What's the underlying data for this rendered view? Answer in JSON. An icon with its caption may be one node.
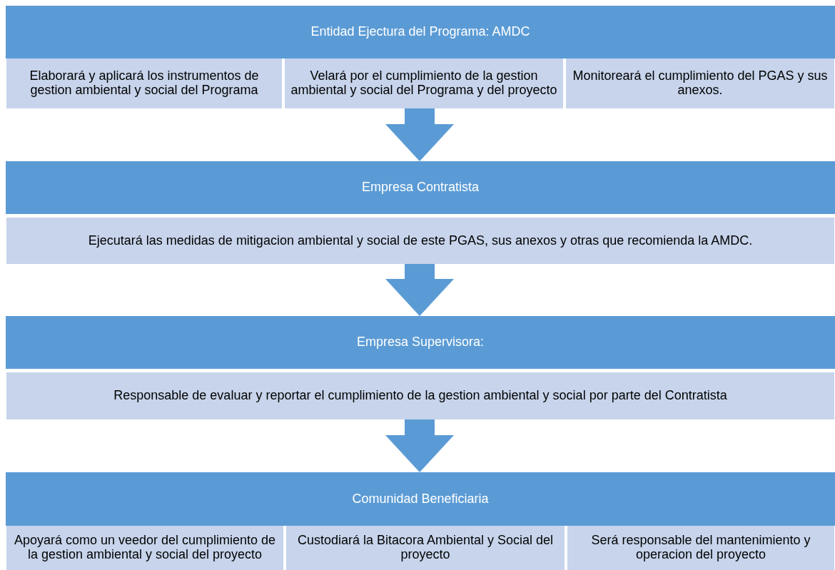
{
  "diagram": {
    "nodes": [
      {
        "text": [
          "Entidad Ejectura del Programa: AMDC"
        ]
      },
      {
        "text": [
          "Elaborará y aplicará los instrumentos de gestion ambiental y social del Programa"
        ]
      },
      {
        "text": [
          "Velará por el cumplimiento de la gestion ambiental y social del Programa y del proyecto"
        ]
      },
      {
        "text": [
          "Monitoreará el cumplimiento del PGAS y sus anexos."
        ]
      },
      {
        "text": [
          "Empresa Contratista"
        ]
      },
      {
        "text": [
          "Ejecutará las medidas de mitigacion ambiental y social de este PGAS, sus anexos y otras que recomienda la AMDC."
        ]
      },
      {
        "text": [
          "Empresa Supervisora:"
        ]
      },
      {
        "text": [
          "Responsable de evaluar y reportar el cumplimiento de la gestion ambiental y social por parte del Contratista"
        ]
      },
      {
        "text": [
          "Comunidad Beneficiaria"
        ]
      },
      {
        "text": [
          "Apoyará como un veedor del cumplimiento de la gestion ambiental y social del proyecto"
        ]
      },
      {
        "text": [
          "Custodiará la Bitacora Ambiental y Social del proyecto"
        ]
      },
      {
        "text": [
          "Será responsable del mantenimiento y operacion del proyecto"
        ]
      }
    ],
    "edges": [
      {
        "from": 2,
        "to": 4,
        "arrow": "to"
      },
      {
        "from": 5,
        "to": 6,
        "arrow": "to"
      },
      {
        "from": 7,
        "to": 8,
        "arrow": "to"
      }
    ]
  }
}
